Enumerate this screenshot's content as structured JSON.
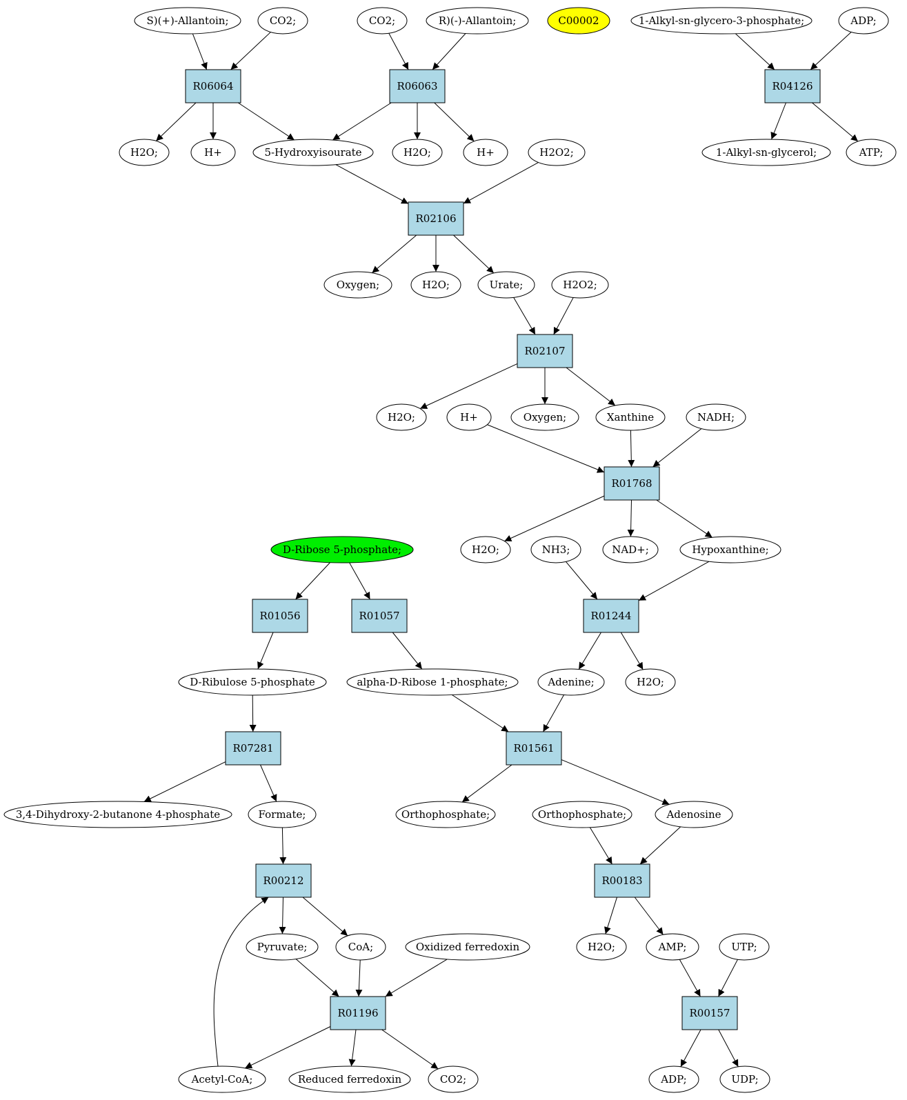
{
  "diagram": {
    "colors": {
      "reaction_fill": "#add8e6",
      "compound_fill": "#ffffff",
      "highlight_yellow": "#ffff00",
      "highlight_green": "#00ee00"
    },
    "nodes": [
      {
        "id": "c_sallantoin",
        "kind": "compound",
        "label": "S)(+)-Allantoin;"
      },
      {
        "id": "c_co2_a",
        "kind": "compound",
        "label": "CO2;"
      },
      {
        "id": "c_co2_b",
        "kind": "compound",
        "label": "CO2;"
      },
      {
        "id": "c_rallantoin",
        "kind": "compound",
        "label": "R)(-)-Allantoin;"
      },
      {
        "id": "c_c00002",
        "kind": "compound",
        "label": "C00002",
        "highlight": "yellow"
      },
      {
        "id": "c_alkylglycero3p",
        "kind": "compound",
        "label": "1-Alkyl-sn-glycero-3-phosphate;"
      },
      {
        "id": "c_adp_a",
        "kind": "compound",
        "label": "ADP;"
      },
      {
        "id": "r_R06064",
        "kind": "reaction",
        "label": "R06064"
      },
      {
        "id": "r_R06063",
        "kind": "reaction",
        "label": "R06063"
      },
      {
        "id": "r_R04126",
        "kind": "reaction",
        "label": "R04126"
      },
      {
        "id": "c_h2o_a",
        "kind": "compound",
        "label": "H2O;"
      },
      {
        "id": "c_hplus_a",
        "kind": "compound",
        "label": "H+"
      },
      {
        "id": "c_5hiu",
        "kind": "compound",
        "label": "5-Hydroxyisourate"
      },
      {
        "id": "c_h2o_b",
        "kind": "compound",
        "label": "H2O;"
      },
      {
        "id": "c_hplus_b",
        "kind": "compound",
        "label": "H+"
      },
      {
        "id": "c_h2o2_a",
        "kind": "compound",
        "label": "H2O2;"
      },
      {
        "id": "c_alkylglycerol",
        "kind": "compound",
        "label": "1-Alkyl-sn-glycerol;"
      },
      {
        "id": "c_atp",
        "kind": "compound",
        "label": "ATP;"
      },
      {
        "id": "r_R02106",
        "kind": "reaction",
        "label": "R02106"
      },
      {
        "id": "c_oxygen_a",
        "kind": "compound",
        "label": "Oxygen;"
      },
      {
        "id": "c_h2o_c",
        "kind": "compound",
        "label": "H2O;"
      },
      {
        "id": "c_urate",
        "kind": "compound",
        "label": "Urate;"
      },
      {
        "id": "c_h2o2_b",
        "kind": "compound",
        "label": "H2O2;"
      },
      {
        "id": "r_R02107",
        "kind": "reaction",
        "label": "R02107"
      },
      {
        "id": "c_h2o_d",
        "kind": "compound",
        "label": "H2O;"
      },
      {
        "id": "c_hplus_c",
        "kind": "compound",
        "label": "H+"
      },
      {
        "id": "c_oxygen_b",
        "kind": "compound",
        "label": "Oxygen;"
      },
      {
        "id": "c_xanthine",
        "kind": "compound",
        "label": "Xanthine"
      },
      {
        "id": "c_nadh",
        "kind": "compound",
        "label": "NADH;"
      },
      {
        "id": "r_R01768",
        "kind": "reaction",
        "label": "R01768"
      },
      {
        "id": "c_dribose5p",
        "kind": "compound",
        "label": "D-Ribose 5-phosphate;",
        "highlight": "green"
      },
      {
        "id": "c_h2o_e",
        "kind": "compound",
        "label": "H2O;"
      },
      {
        "id": "c_nh3",
        "kind": "compound",
        "label": "NH3;"
      },
      {
        "id": "c_nadplus",
        "kind": "compound",
        "label": "NAD+;"
      },
      {
        "id": "c_hypoxanthine",
        "kind": "compound",
        "label": "Hypoxanthine;"
      },
      {
        "id": "r_R01056",
        "kind": "reaction",
        "label": "R01056"
      },
      {
        "id": "r_R01057",
        "kind": "reaction",
        "label": "R01057"
      },
      {
        "id": "r_R01244",
        "kind": "reaction",
        "label": "R01244"
      },
      {
        "id": "c_dribulose5p",
        "kind": "compound",
        "label": "D-Ribulose 5-phosphate"
      },
      {
        "id": "c_alphadribose1p",
        "kind": "compound",
        "label": "alpha-D-Ribose 1-phosphate;"
      },
      {
        "id": "c_adenine",
        "kind": "compound",
        "label": "Adenine;"
      },
      {
        "id": "c_h2o_f",
        "kind": "compound",
        "label": "H2O;"
      },
      {
        "id": "r_R07281",
        "kind": "reaction",
        "label": "R07281"
      },
      {
        "id": "r_R01561",
        "kind": "reaction",
        "label": "R01561"
      },
      {
        "id": "c_dhbp",
        "kind": "compound",
        "label": "3,4-Dihydroxy-2-butanone 4-phosphate"
      },
      {
        "id": "c_formate",
        "kind": "compound",
        "label": "Formate;"
      },
      {
        "id": "c_orthophosphate_a",
        "kind": "compound",
        "label": "Orthophosphate;"
      },
      {
        "id": "c_orthophosphate_b",
        "kind": "compound",
        "label": "Orthophosphate;"
      },
      {
        "id": "c_adenosine",
        "kind": "compound",
        "label": "Adenosine"
      },
      {
        "id": "r_R00212",
        "kind": "reaction",
        "label": "R00212"
      },
      {
        "id": "r_R00183",
        "kind": "reaction",
        "label": "R00183"
      },
      {
        "id": "c_pyruvate",
        "kind": "compound",
        "label": "Pyruvate;"
      },
      {
        "id": "c_coa",
        "kind": "compound",
        "label": "CoA;"
      },
      {
        "id": "c_oxferredoxin",
        "kind": "compound",
        "label": "Oxidized ferredoxin"
      },
      {
        "id": "c_h2o_g",
        "kind": "compound",
        "label": "H2O;"
      },
      {
        "id": "c_amp",
        "kind": "compound",
        "label": "AMP;"
      },
      {
        "id": "c_utp",
        "kind": "compound",
        "label": "UTP;"
      },
      {
        "id": "r_R01196",
        "kind": "reaction",
        "label": "R01196"
      },
      {
        "id": "r_R00157",
        "kind": "reaction",
        "label": "R00157"
      },
      {
        "id": "c_acetylcoa",
        "kind": "compound",
        "label": "Acetyl-CoA;"
      },
      {
        "id": "c_redferredoxin",
        "kind": "compound",
        "label": "Reduced ferredoxin"
      },
      {
        "id": "c_co2_c",
        "kind": "compound",
        "label": "CO2;"
      },
      {
        "id": "c_adp_b",
        "kind": "compound",
        "label": "ADP;"
      },
      {
        "id": "c_udp",
        "kind": "compound",
        "label": "UDP;"
      }
    ],
    "edges": [
      [
        "c_sallantoin",
        "r_R06064"
      ],
      [
        "c_co2_a",
        "r_R06064"
      ],
      [
        "r_R06064",
        "c_h2o_a"
      ],
      [
        "r_R06064",
        "c_hplus_a"
      ],
      [
        "r_R06064",
        "c_5hiu"
      ],
      [
        "c_co2_b",
        "r_R06063"
      ],
      [
        "c_rallantoin",
        "r_R06063"
      ],
      [
        "r_R06063",
        "c_5hiu"
      ],
      [
        "r_R06063",
        "c_h2o_b"
      ],
      [
        "r_R06063",
        "c_hplus_b"
      ],
      [
        "c_alkylglycero3p",
        "r_R04126"
      ],
      [
        "c_adp_a",
        "r_R04126"
      ],
      [
        "r_R04126",
        "c_alkylglycerol"
      ],
      [
        "r_R04126",
        "c_atp"
      ],
      [
        "c_5hiu",
        "r_R02106"
      ],
      [
        "c_h2o2_a",
        "r_R02106"
      ],
      [
        "r_R02106",
        "c_oxygen_a"
      ],
      [
        "r_R02106",
        "c_h2o_c"
      ],
      [
        "r_R02106",
        "c_urate"
      ],
      [
        "c_urate",
        "r_R02107"
      ],
      [
        "c_h2o2_b",
        "r_R02107"
      ],
      [
        "r_R02107",
        "c_h2o_d"
      ],
      [
        "r_R02107",
        "c_oxygen_b"
      ],
      [
        "r_R02107",
        "c_xanthine"
      ],
      [
        "c_hplus_c",
        "r_R01768"
      ],
      [
        "c_xanthine",
        "r_R01768"
      ],
      [
        "c_nadh",
        "r_R01768"
      ],
      [
        "r_R01768",
        "c_h2o_e"
      ],
      [
        "r_R01768",
        "c_nadplus"
      ],
      [
        "r_R01768",
        "c_hypoxanthine"
      ],
      [
        "c_nh3",
        "r_R01244"
      ],
      [
        "c_hypoxanthine",
        "r_R01244"
      ],
      [
        "r_R01244",
        "c_adenine"
      ],
      [
        "r_R01244",
        "c_h2o_f"
      ],
      [
        "c_dribose5p",
        "r_R01056"
      ],
      [
        "c_dribose5p",
        "r_R01057"
      ],
      [
        "r_R01056",
        "c_dribulose5p"
      ],
      [
        "r_R01057",
        "c_alphadribose1p"
      ],
      [
        "c_dribulose5p",
        "r_R07281"
      ],
      [
        "r_R07281",
        "c_dhbp"
      ],
      [
        "r_R07281",
        "c_formate"
      ],
      [
        "c_alphadribose1p",
        "r_R01561"
      ],
      [
        "c_adenine",
        "r_R01561"
      ],
      [
        "r_R01561",
        "c_orthophosphate_a"
      ],
      [
        "r_R01561",
        "c_adenosine"
      ],
      [
        "c_orthophosphate_b",
        "r_R00183"
      ],
      [
        "c_adenosine",
        "r_R00183"
      ],
      [
        "r_R00183",
        "c_h2o_g"
      ],
      [
        "r_R00183",
        "c_amp"
      ],
      [
        "c_formate",
        "r_R00212"
      ],
      [
        "r_R00212",
        "c_pyruvate"
      ],
      [
        "r_R00212",
        "c_coa"
      ],
      [
        "c_pyruvate",
        "r_R01196"
      ],
      [
        "c_coa",
        "r_R01196"
      ],
      [
        "c_oxferredoxin",
        "r_R01196"
      ],
      [
        "r_R01196",
        "c_acetylcoa"
      ],
      [
        "r_R01196",
        "c_redferredoxin"
      ],
      [
        "r_R01196",
        "c_co2_c"
      ],
      [
        "c_acetylcoa",
        "r_R00212"
      ],
      [
        "c_amp",
        "r_R00157"
      ],
      [
        "c_utp",
        "r_R00157"
      ],
      [
        "r_R00157",
        "c_adp_b"
      ],
      [
        "r_R00157",
        "c_udp"
      ]
    ]
  }
}
